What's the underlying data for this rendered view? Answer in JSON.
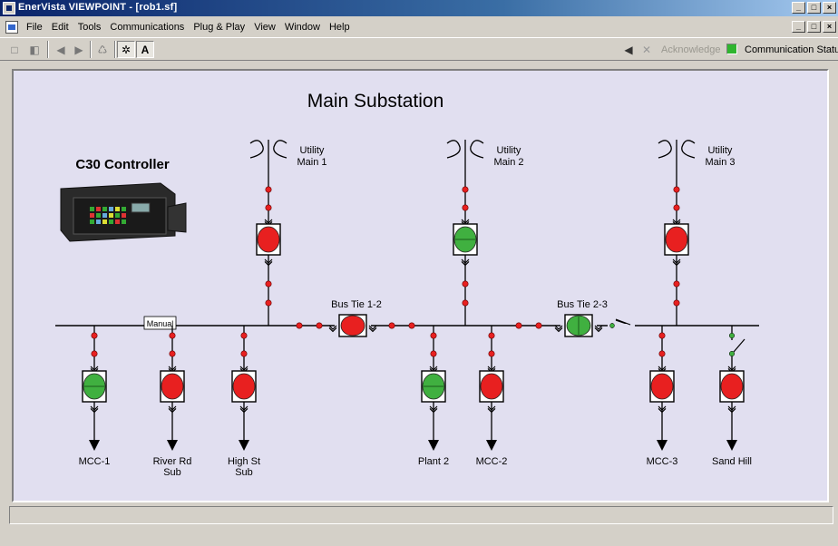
{
  "window": {
    "title": "EnerVista VIEWPOINT - [rob1.sf]",
    "controls": [
      "_",
      "□",
      "×"
    ],
    "child_controls": [
      "_",
      "□",
      "×"
    ]
  },
  "menu": [
    "File",
    "Edit",
    "Tools",
    "Communications",
    "Plug & Play",
    "View",
    "Window",
    "Help"
  ],
  "toolbar": {
    "icons": [
      "new-document-icon",
      "open-folder-icon",
      "back-arrow-icon",
      "forward-arrow-icon",
      "plug-icon",
      "tower-icon",
      "font-icon"
    ],
    "acknowledge_label": "Acknowledge",
    "comm_status_label": "Communication Status",
    "comm_status_color": "#2fb52f",
    "speaker_icon": "speaker-mute-icon",
    "alarm_icon": "alarm-ack-icon"
  },
  "diagram": {
    "title": "Main Substation",
    "controller_label": "C30 Controller",
    "manual_tag": "Manual",
    "colors": {
      "open": "#e82020",
      "closed": "#40b040",
      "bus": "#000000",
      "background": "#e1dff0"
    },
    "utilities": [
      {
        "line1": "Utility",
        "line2": "Main 1",
        "breaker_state": "open"
      },
      {
        "line1": "Utility",
        "line2": "Main 2",
        "breaker_state": "closed"
      },
      {
        "line1": "Utility",
        "line2": "Main 3",
        "breaker_state": "open"
      }
    ],
    "bus_ties": [
      {
        "label": "Bus Tie 1-2",
        "breaker_state": "open"
      },
      {
        "label": "Bus Tie 2-3",
        "breaker_state": "closed"
      }
    ],
    "feeders": [
      {
        "line1": "MCC-1",
        "line2": "",
        "breaker_state": "closed"
      },
      {
        "line1": "River Rd",
        "line2": "Sub",
        "breaker_state": "open"
      },
      {
        "line1": "High St",
        "line2": "Sub",
        "breaker_state": "open"
      },
      {
        "line1": "Plant 2",
        "line2": "",
        "breaker_state": "closed"
      },
      {
        "line1": "MCC-2",
        "line2": "",
        "breaker_state": "open"
      },
      {
        "line1": "MCC-3",
        "line2": "",
        "breaker_state": "open"
      },
      {
        "line1": "Sand Hill",
        "line2": "",
        "breaker_state": "open"
      }
    ]
  },
  "status_bar": {
    "text": ""
  }
}
